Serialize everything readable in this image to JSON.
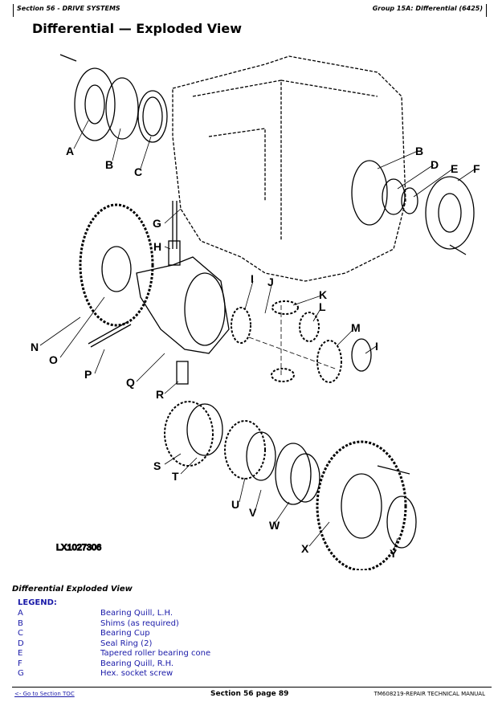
{
  "header": {
    "section": "Section 56 - DRIVE SYSTEMS",
    "group": "Group 15A: Differential (6425)"
  },
  "title": "Differential — Exploded View",
  "figure": {
    "id": "LX1027306",
    "callouts": [
      "A",
      "B",
      "C",
      "B",
      "D",
      "E",
      "F",
      "G",
      "H",
      "I",
      "J",
      "K",
      "L",
      "M",
      "I",
      "N",
      "O",
      "P",
      "Q",
      "R",
      "S",
      "T",
      "U",
      "V",
      "W",
      "X",
      "Y"
    ]
  },
  "caption": "Differential Exploded View",
  "legend": {
    "title": "LEGEND:",
    "items": [
      {
        "key": "A",
        "desc": "Bearing Quill, L.H."
      },
      {
        "key": "B",
        "desc": "Shims (as required)"
      },
      {
        "key": "C",
        "desc": "Bearing Cup"
      },
      {
        "key": "D",
        "desc": "Seal Ring (2)"
      },
      {
        "key": "E",
        "desc": "Tapered roller bearing cone"
      },
      {
        "key": "F",
        "desc": "Bearing Quill, R.H."
      },
      {
        "key": "G",
        "desc": "Hex. socket screw"
      }
    ]
  },
  "footer": {
    "toc_link": "<- Go to Section TOC",
    "page": "Section 56 page 89",
    "manual": "TM608219-REPAIR TECHNICAL MANUAL"
  }
}
